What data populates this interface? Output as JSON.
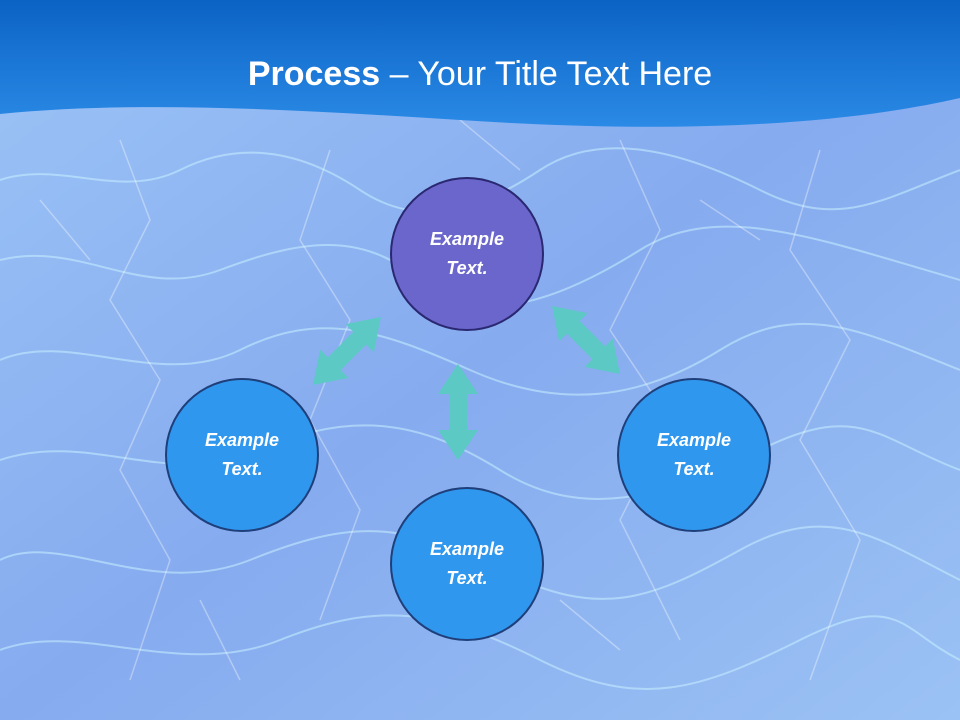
{
  "title": {
    "bold": "Process",
    "rest": " – Your Title Text Here"
  },
  "nodes": {
    "top": {
      "line1": "Example",
      "line2": "Text."
    },
    "left": {
      "line1": "Example",
      "line2": "Text."
    },
    "bottom": {
      "line1": "Example",
      "line2": "Text."
    },
    "right": {
      "line1": "Example",
      "line2": "Text."
    }
  },
  "colors": {
    "header": "#1f78d6",
    "top_node": "#6a66cc",
    "other_nodes": "#2f97ee",
    "arrows": "#5cc9c4"
  },
  "icons": [
    "double-headed-arrow"
  ]
}
